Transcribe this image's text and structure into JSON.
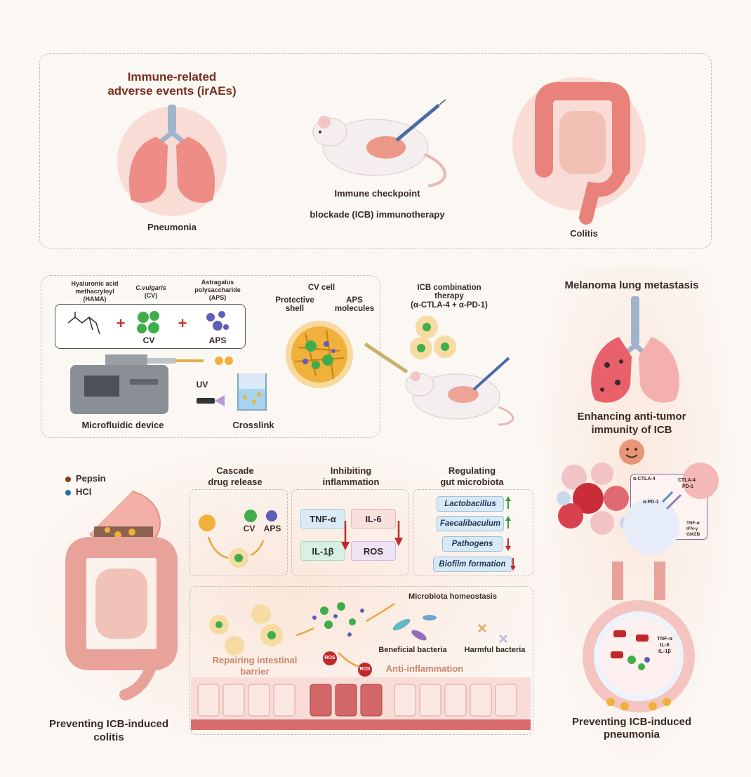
{
  "top": {
    "irae_title_line1": "Immune-related",
    "irae_title_line2": "adverse events (irAEs)",
    "pneumonia": "Pneumonia",
    "icb_line1": "Immune checkpoint",
    "icb_line2": "blockade (ICB) immunotherapy",
    "colitis": "Colitis"
  },
  "prep": {
    "hama_line1": "Hyaluronic acid",
    "hama_line2": "methacryloyl",
    "hama_line3": "(HAMA)",
    "cv_line1": "C.vulgaris",
    "cv_line2": "(CV)",
    "aps_line1": "Astragalus",
    "aps_line2": "polysaccharide",
    "aps_line3": "(APS)",
    "plus": "+",
    "cv_label": "CV",
    "aps_label": "APS",
    "uv": "UV",
    "microfluidic": "Microfluidic device",
    "crosslink": "Crosslink",
    "cv_cell": "CV cell",
    "protective_line1": "Protective",
    "protective_line2": "shell",
    "aps_mol_line1": "APS",
    "aps_mol_line2": "molecules",
    "combo_line1": "ICB combination",
    "combo_line2": "therapy",
    "combo_line3": "(α-CTLA-4 + α-PD-1)"
  },
  "right": {
    "melanoma": "Melanoma lung metastasis",
    "enhance_line1": "Enhancing anti-tumor",
    "enhance_line2": "immunity of ICB",
    "ctla4_a": "α-CTLA-4",
    "ctla4": "CTLA-4",
    "pd1": "PD-1",
    "apd1": "α-PD-1",
    "tnf": "TNF-α",
    "ifn": "IFN-γ",
    "gzmb": "GMZB",
    "pneu_line1": "Preventing ICB-induced",
    "pneu_line2": "pneumonia",
    "lung_tnf": "TNF-α",
    "lung_il6": "IL-6",
    "lung_il1b": "IL-1β"
  },
  "bottom": {
    "pepsin": "Pepsin",
    "hcl": "HCl",
    "cascade_line1": "Cascade",
    "cascade_line2": "drug release",
    "inhibit_line1": "Inhibiting",
    "inhibit_line2": "inflammation",
    "regulate_line1": "Regulating",
    "regulate_line2": "gut microbiota",
    "cv": "CV",
    "aps": "APS",
    "tnf": "TNF-α",
    "il6": "IL-6",
    "il1b": "IL-1β",
    "ros": "ROS",
    "lacto": "Lactobacillus",
    "faecal": "Faecalibaculum",
    "pathogens": "Pathogens",
    "biofilm": "Biofilm formation",
    "homeostasis": "Microbiota homeostasis",
    "beneficial": "Beneficial bacteria",
    "harmful": "Harmful bacteria",
    "repair_line1": "Repairing intestinal",
    "repair_line2": "barrier",
    "anti_inflam": "Anti-inflammation",
    "ros_tag": "ROS",
    "colitis_line1": "Preventing ICB-induced",
    "colitis_line2": "colitis"
  },
  "colors": {
    "title": "#7a2e1e",
    "border": "#c9b8b0",
    "tissue": "#e9a29a",
    "bead": "#f0b13a",
    "cv_green": "#3fae4a",
    "aps_purple": "#5b5fb8",
    "arrow_red": "#c0282a",
    "arrow_green": "#3c9a3c"
  }
}
